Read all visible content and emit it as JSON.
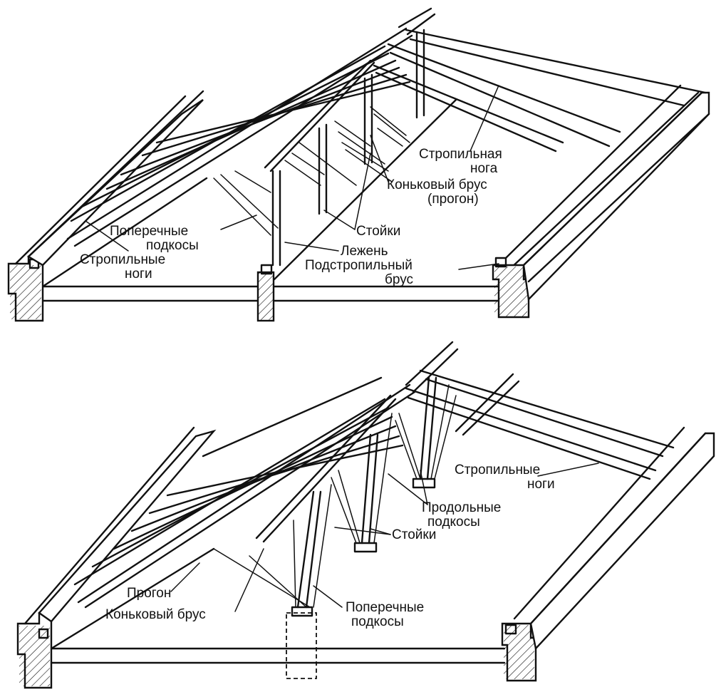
{
  "top_diagram": {
    "labels": {
      "rafter_leg": [
        "Стропильная",
        "нога"
      ],
      "ridge_beam": [
        "Коньковый брус",
        "(прогон)"
      ],
      "posts": "Стойки",
      "transverse_braces": [
        "Поперечные",
        "подкосы"
      ],
      "bed_beam": "Лежень",
      "rafter_legs": [
        "Стропильные",
        "ноги"
      ],
      "plate_beam": [
        "Подстропильный",
        "брус"
      ]
    }
  },
  "bottom_diagram": {
    "labels": {
      "rafter_legs": [
        "Стропильные",
        "ноги"
      ],
      "longitudinal_braces": [
        "Продольные",
        "подкосы"
      ],
      "posts": "Стойки",
      "purlin": "Прогон",
      "ridge_beam": "Коньковый брус",
      "transverse_braces": [
        "Поперечные",
        "подкосы"
      ]
    }
  }
}
